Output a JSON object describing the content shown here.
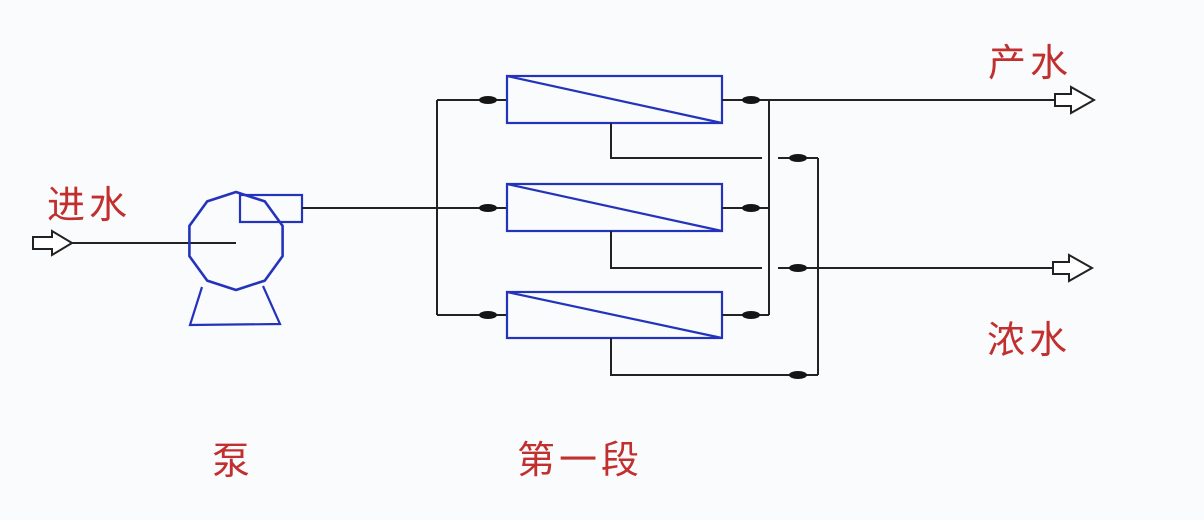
{
  "labels": {
    "feed": "进水",
    "product": "产水",
    "concentrate": "浓水",
    "pump": "泵",
    "stage": "第一段"
  },
  "colors": {
    "line_black": "#222222",
    "equipment_blue": "#2433bc",
    "label_red": "#c22f2f",
    "background": "#fafbfc",
    "fitting_black": "#151515"
  },
  "diagram": {
    "type": "process-flow",
    "flow_direction": "left-to-right",
    "streams": [
      {
        "label": "进水",
        "role": "feed-inlet"
      },
      {
        "label": "产水",
        "role": "product-outlet"
      },
      {
        "label": "浓水",
        "role": "concentrate-outlet"
      }
    ],
    "equipment": [
      {
        "label": "泵",
        "type": "pump"
      },
      {
        "label": "第一段",
        "type": "membrane-stage",
        "membrane_modules": 3
      }
    ]
  }
}
